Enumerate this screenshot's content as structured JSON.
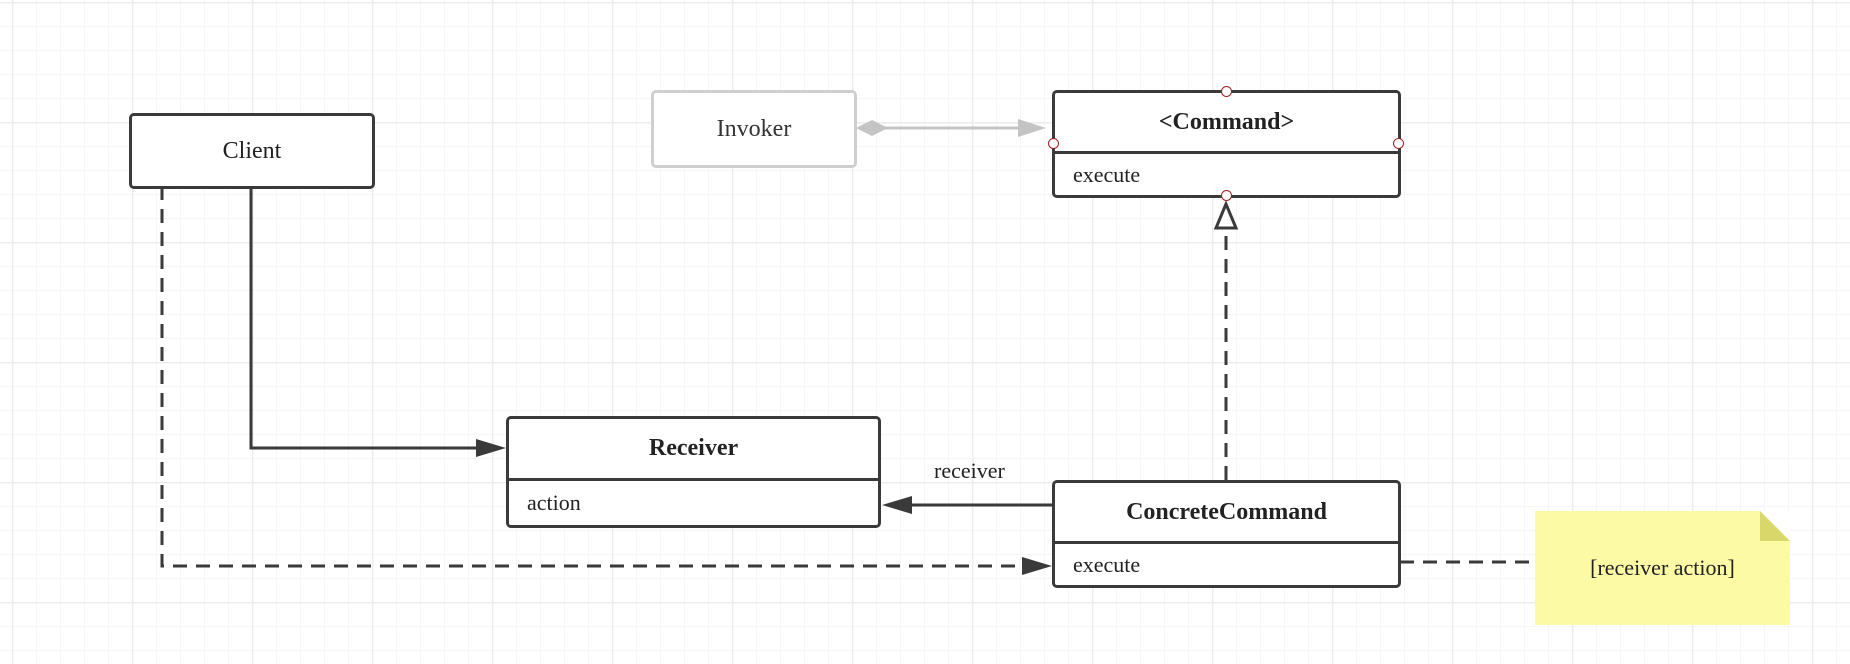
{
  "diagram": {
    "nodes": {
      "client": {
        "label": "Client"
      },
      "invoker": {
        "label": "Invoker"
      },
      "command": {
        "title": "<Command>",
        "operation": "execute"
      },
      "receiver": {
        "title": "Receiver",
        "operation": "action"
      },
      "concrete_command": {
        "title": "ConcreteCommand",
        "operation": "execute"
      }
    },
    "edges": {
      "concrete_to_receiver_label": "receiver"
    },
    "note": {
      "text": "[receiver action]"
    },
    "colors": {
      "line": "#3a3a3a",
      "faded_line": "#c4c4c4",
      "note_fill": "#fdfaa6",
      "port_stroke": "#9b2222"
    }
  }
}
